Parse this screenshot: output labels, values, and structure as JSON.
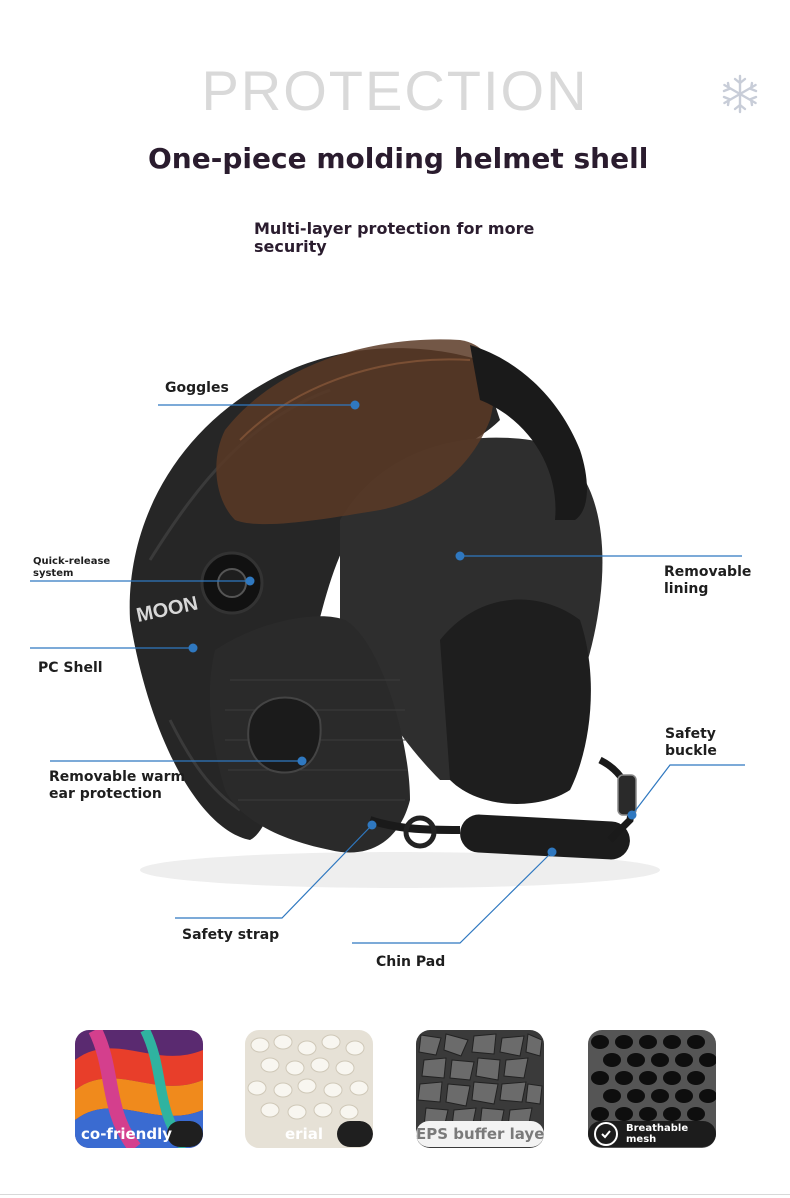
{
  "header": {
    "heading": "PROTECTION",
    "subtitle": "One-piece molding helmet shell",
    "description": "Multi-layer protection for more security",
    "decor_icon": "snowflake-icon"
  },
  "helmet": {
    "brand": "MOON",
    "labels": {
      "goggles": "Goggles",
      "quick_release": "Quick-release system",
      "pc_shell": "PC Shell",
      "ear_protection": "Removable warm ear protection",
      "safety_strap": "Safety strap",
      "chin_pad": "Chin Pad",
      "lining": "Removable lining",
      "safety_buckle": "Safety buckle"
    }
  },
  "materials": [
    {
      "label": "co-friendly",
      "icon": "swirl-color-icon"
    },
    {
      "label": "erial",
      "icon": "white-pellets-icon"
    },
    {
      "label": "EPS buffer layer",
      "icon": "eps-foam-icon"
    },
    {
      "label": "Breathable mesh",
      "icon": "checkmark-icon"
    }
  ],
  "colors": {
    "heading": "#d9d9d9",
    "title": "#2a1c2e",
    "callout_line": "#2f78c0",
    "helmet": "#232323"
  }
}
